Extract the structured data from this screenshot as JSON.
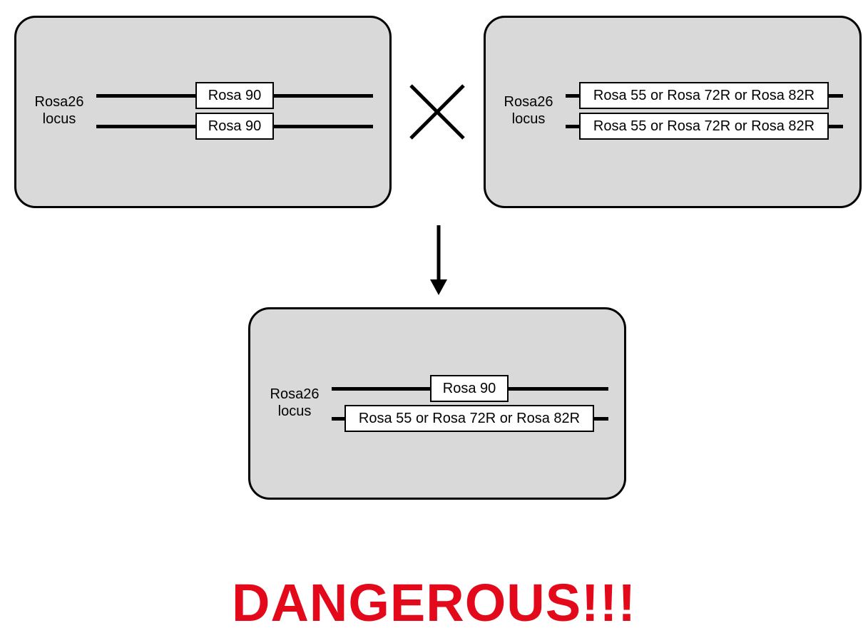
{
  "parent_left": {
    "locus_label_line1": "Rosa26",
    "locus_label_line2": "locus",
    "allele_top": "Rosa 90",
    "allele_bottom": "Rosa 90"
  },
  "parent_right": {
    "locus_label_line1": "Rosa26",
    "locus_label_line2": "locus",
    "allele_top": "Rosa 55 or Rosa 72R or Rosa 82R",
    "allele_bottom": "Rosa 55 or Rosa 72R or Rosa 82R"
  },
  "offspring": {
    "locus_label_line1": "Rosa26",
    "locus_label_line2": "locus",
    "allele_top": "Rosa 90",
    "allele_bottom": "Rosa 55 or Rosa 72R or Rosa 82R"
  },
  "warning": {
    "text": "DANGEROUS!!!",
    "color": "#e4091a"
  },
  "colors": {
    "panel_fill": "#d9d9d9",
    "stroke": "#000000"
  },
  "icons": {
    "cross": "cross-icon",
    "arrow": "arrow-down-icon"
  }
}
